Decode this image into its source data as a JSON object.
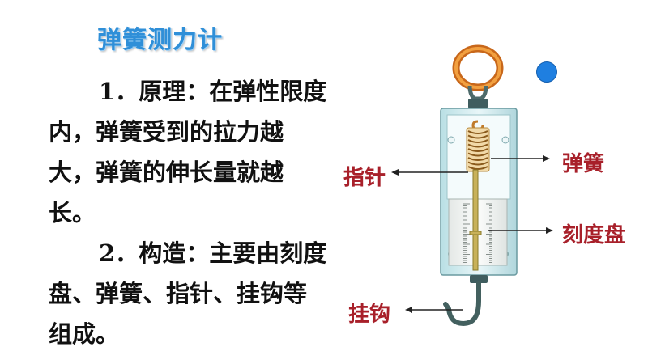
{
  "title": "弹簧测力计",
  "paragraphs": [
    {
      "num": "1．",
      "text": "原理：在弹性限度内，弹簧受到的拉力越大，弹簧的伸长量就越长。"
    },
    {
      "num": "2．",
      "text": "构造：主要由刻度盘、弹簧、指针、挂钩等组成。"
    }
  ],
  "labels": {
    "spring": "弹簧",
    "pointer": "指针",
    "dial": "刻度盘",
    "hook": "挂钩"
  },
  "colors": {
    "title": "#2f8fd8",
    "label": "#a8202a",
    "ring": "#e0821e",
    "body": "#d8eef2",
    "dot": "#1f7fe0"
  }
}
